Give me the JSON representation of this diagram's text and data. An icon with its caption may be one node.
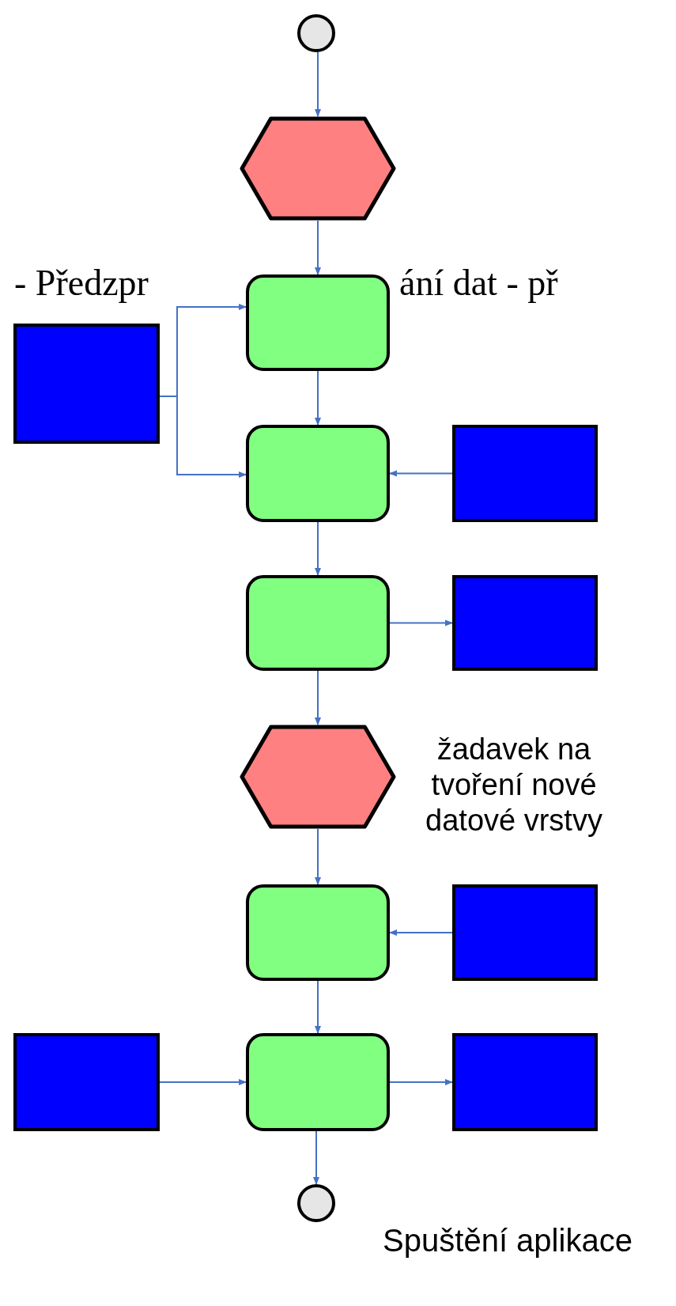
{
  "diagram": {
    "nodes": [
      {
        "text": [],
        "shape": "circle"
      },
      {
        "text": [],
        "shape": "hexagon"
      },
      {
        "text": [],
        "shape": "box"
      },
      {
        "text": [],
        "shape": "box"
      },
      {
        "text": [],
        "shape": "box"
      },
      {
        "text": [],
        "shape": "box"
      },
      {
        "text": [],
        "shape": "box"
      },
      {
        "text": [],
        "shape": "box"
      },
      {
        "text": [],
        "shape": "hexagon"
      },
      {
        "text": [],
        "shape": "box"
      },
      {
        "text": [],
        "shape": "box"
      },
      {
        "text": [],
        "shape": "box"
      },
      {
        "text": [],
        "shape": "box"
      },
      {
        "text": [],
        "shape": "box"
      },
      {
        "text": [],
        "shape": "circle"
      }
    ],
    "edges": [
      {
        "from": 0,
        "to": 1,
        "arrow": "to"
      },
      {
        "from": 1,
        "to": 2,
        "arrow": "to"
      },
      {
        "from": 2,
        "to": 4,
        "arrow": "to"
      },
      {
        "from": 3,
        "to": 2,
        "arrow": "to"
      },
      {
        "from": 3,
        "to": 4,
        "arrow": "to"
      },
      {
        "from": 5,
        "to": 4,
        "arrow": "to"
      },
      {
        "from": 4,
        "to": 6,
        "arrow": "to"
      },
      {
        "from": 6,
        "to": 7,
        "arrow": "to"
      },
      {
        "from": 6,
        "to": 8,
        "arrow": "to"
      },
      {
        "from": 8,
        "to": 9,
        "arrow": "to"
      },
      {
        "from": 10,
        "to": 9,
        "arrow": "to"
      },
      {
        "from": 9,
        "to": 12,
        "arrow": "to"
      },
      {
        "from": 11,
        "to": 12,
        "arrow": "to"
      },
      {
        "from": 12,
        "to": 13,
        "arrow": "to"
      },
      {
        "from": 12,
        "to": 14,
        "arrow": "to"
      }
    ],
    "labels": [
      "- Předzpr",
      "ání dat - př",
      "žadavek na tvoření nové datové vrstvy",
      "Spuštění aplikace"
    ]
  }
}
